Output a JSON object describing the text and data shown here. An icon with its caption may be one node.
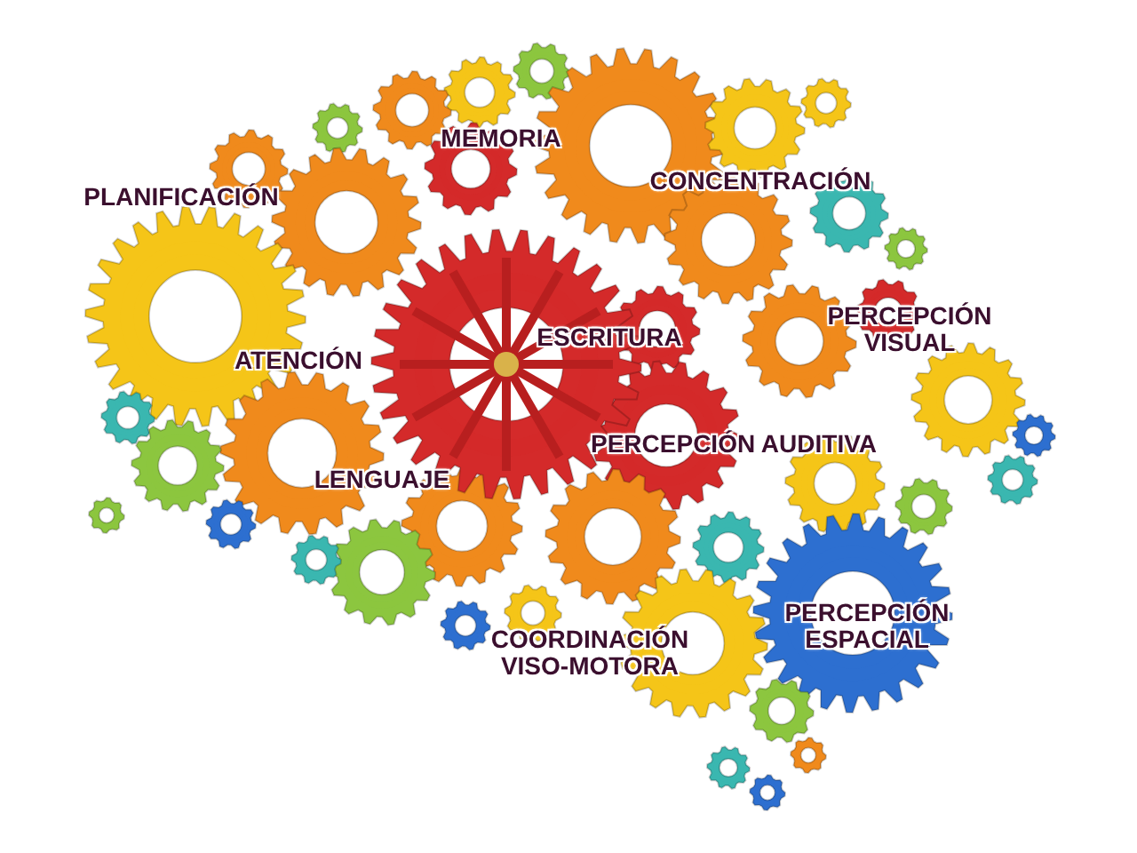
{
  "diagram": {
    "labels": [
      "MEMORIA",
      "CONCENTRACIÓN",
      "PLANIFICACIÓN",
      "PERCEPCIÓN VISUAL",
      "ESCRITURA",
      "ATENCIÓN",
      "PERCEPCIÓN AUDITIVA",
      "LENGUAJE",
      "PERCEPCIÓN ESPACIAL",
      "COORDINACIÓN VISO-MOTORA"
    ]
  }
}
